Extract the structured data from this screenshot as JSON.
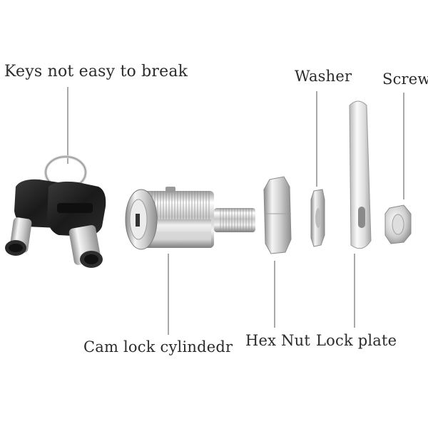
{
  "labels": {
    "keys": "Keys not easy to break",
    "washer": "Washer",
    "screw": "Screw",
    "cam_lock": "Cam lock cylindedr",
    "hex_nut": "Hex Nut",
    "lock_plate": "Lock plate"
  },
  "colors": {
    "leader_line": "#a9a9a9",
    "text": "#2b2b2b",
    "key_head": "#1d1d1d",
    "chrome_light": "#f4f4f4",
    "chrome_dark": "#8c8c8c"
  }
}
